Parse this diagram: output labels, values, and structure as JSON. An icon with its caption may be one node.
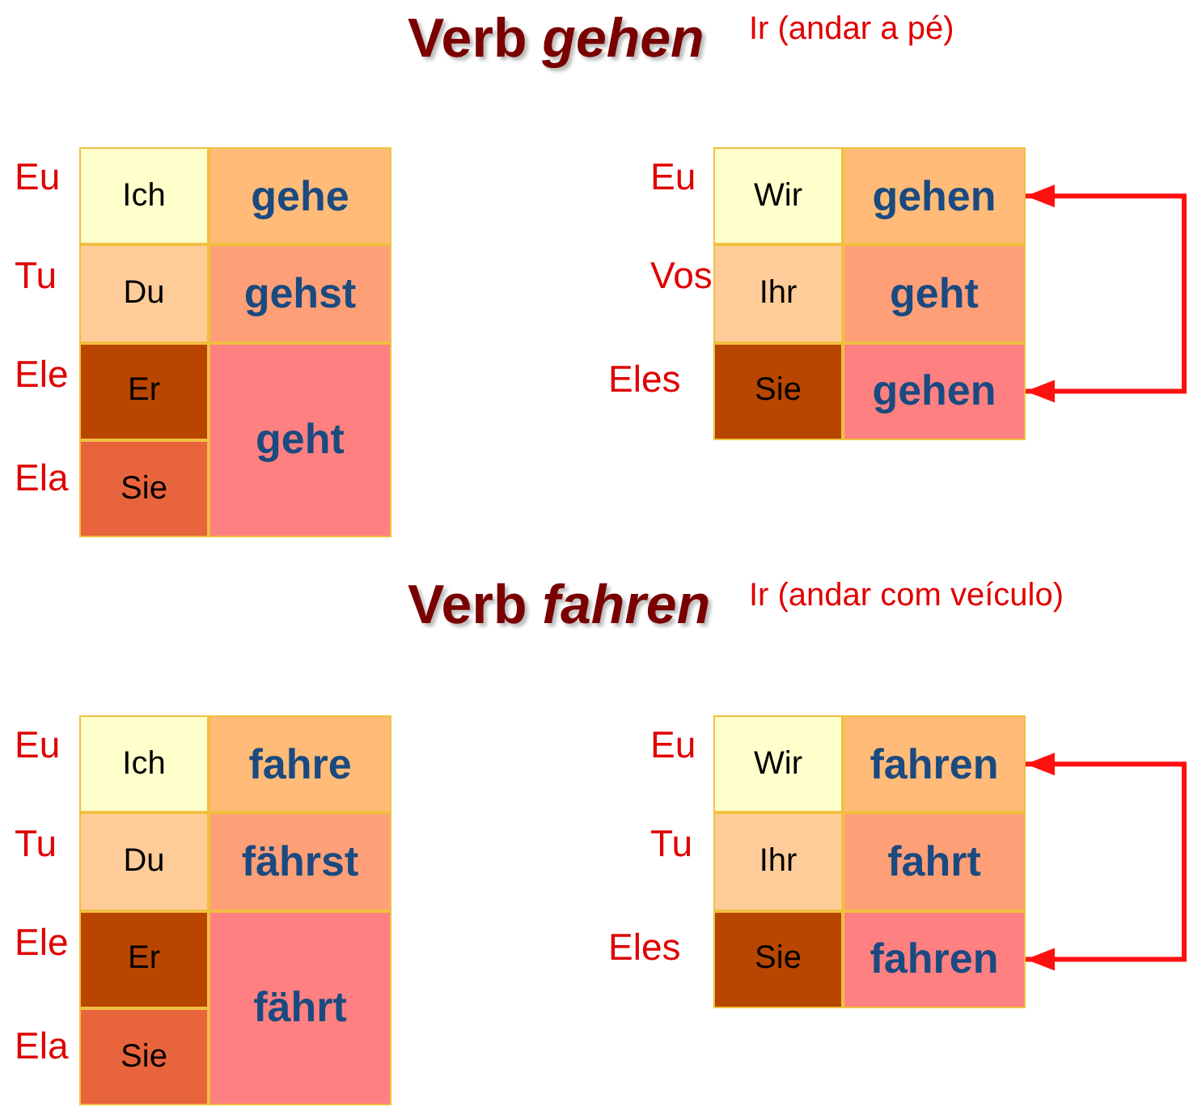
{
  "diagram": {
    "title": "Verb *gehen*",
    "nodes": [
      {
        "text": [
          "Ich"
        ],
        "beside": [
          "Eu"
        ]
      },
      {
        "text": [
          "gehe"
        ]
      },
      {
        "text": [
          "Du"
        ],
        "beside": [
          "Tu"
        ]
      },
      {
        "text": [
          "gehst"
        ]
      },
      {
        "text": [
          "Er"
        ],
        "beside": [
          "Ele"
        ]
      },
      {
        "text": [
          "geht"
        ]
      },
      {
        "text": [
          "Sie"
        ],
        "beside": [
          "Ela"
        ]
      },
      {
        "text": [
          "Wir"
        ],
        "beside": [
          "Eu"
        ]
      },
      {
        "text": [
          "gehen"
        ]
      },
      {
        "text": [
          "Ihr"
        ],
        "beside": [
          "Vos"
        ]
      },
      {
        "text": [
          "geht"
        ]
      },
      {
        "text": [
          "Sie"
        ],
        "beside": [
          "Eles"
        ]
      },
      {
        "text": [
          "gehen"
        ]
      },
      {
        "text": [
          "Ich"
        ],
        "beside": [
          "Eu"
        ]
      },
      {
        "text": [
          "fahre"
        ]
      },
      {
        "text": [
          "Du"
        ],
        "beside": [
          "Tu"
        ]
      },
      {
        "text": [
          "fährst"
        ]
      },
      {
        "text": [
          "Er"
        ],
        "beside": [
          "Ele"
        ]
      },
      {
        "text": [
          "fährt"
        ]
      },
      {
        "text": [
          "Sie"
        ],
        "beside": [
          "Ela"
        ]
      },
      {
        "text": [
          "Wir"
        ],
        "beside": [
          "Eu"
        ]
      },
      {
        "text": [
          "fahren"
        ]
      },
      {
        "text": [
          "Ihr"
        ],
        "beside": [
          "Tu"
        ]
      },
      {
        "text": [
          "fahrt"
        ]
      },
      {
        "text": [
          "Sie"
        ],
        "beside": [
          "Eles"
        ]
      },
      {
        "text": [
          "fahren"
        ]
      }
    ],
    "edges": [
      {
        "from": 8,
        "to": 12,
        "arrow": "both"
      },
      {
        "from": 21,
        "to": 25,
        "arrow": "both"
      }
    ],
    "labels": [
      "Ir (andar a pé)",
      "Verb *fahren*",
      "Ir (andar com veículo)"
    ]
  }
}
